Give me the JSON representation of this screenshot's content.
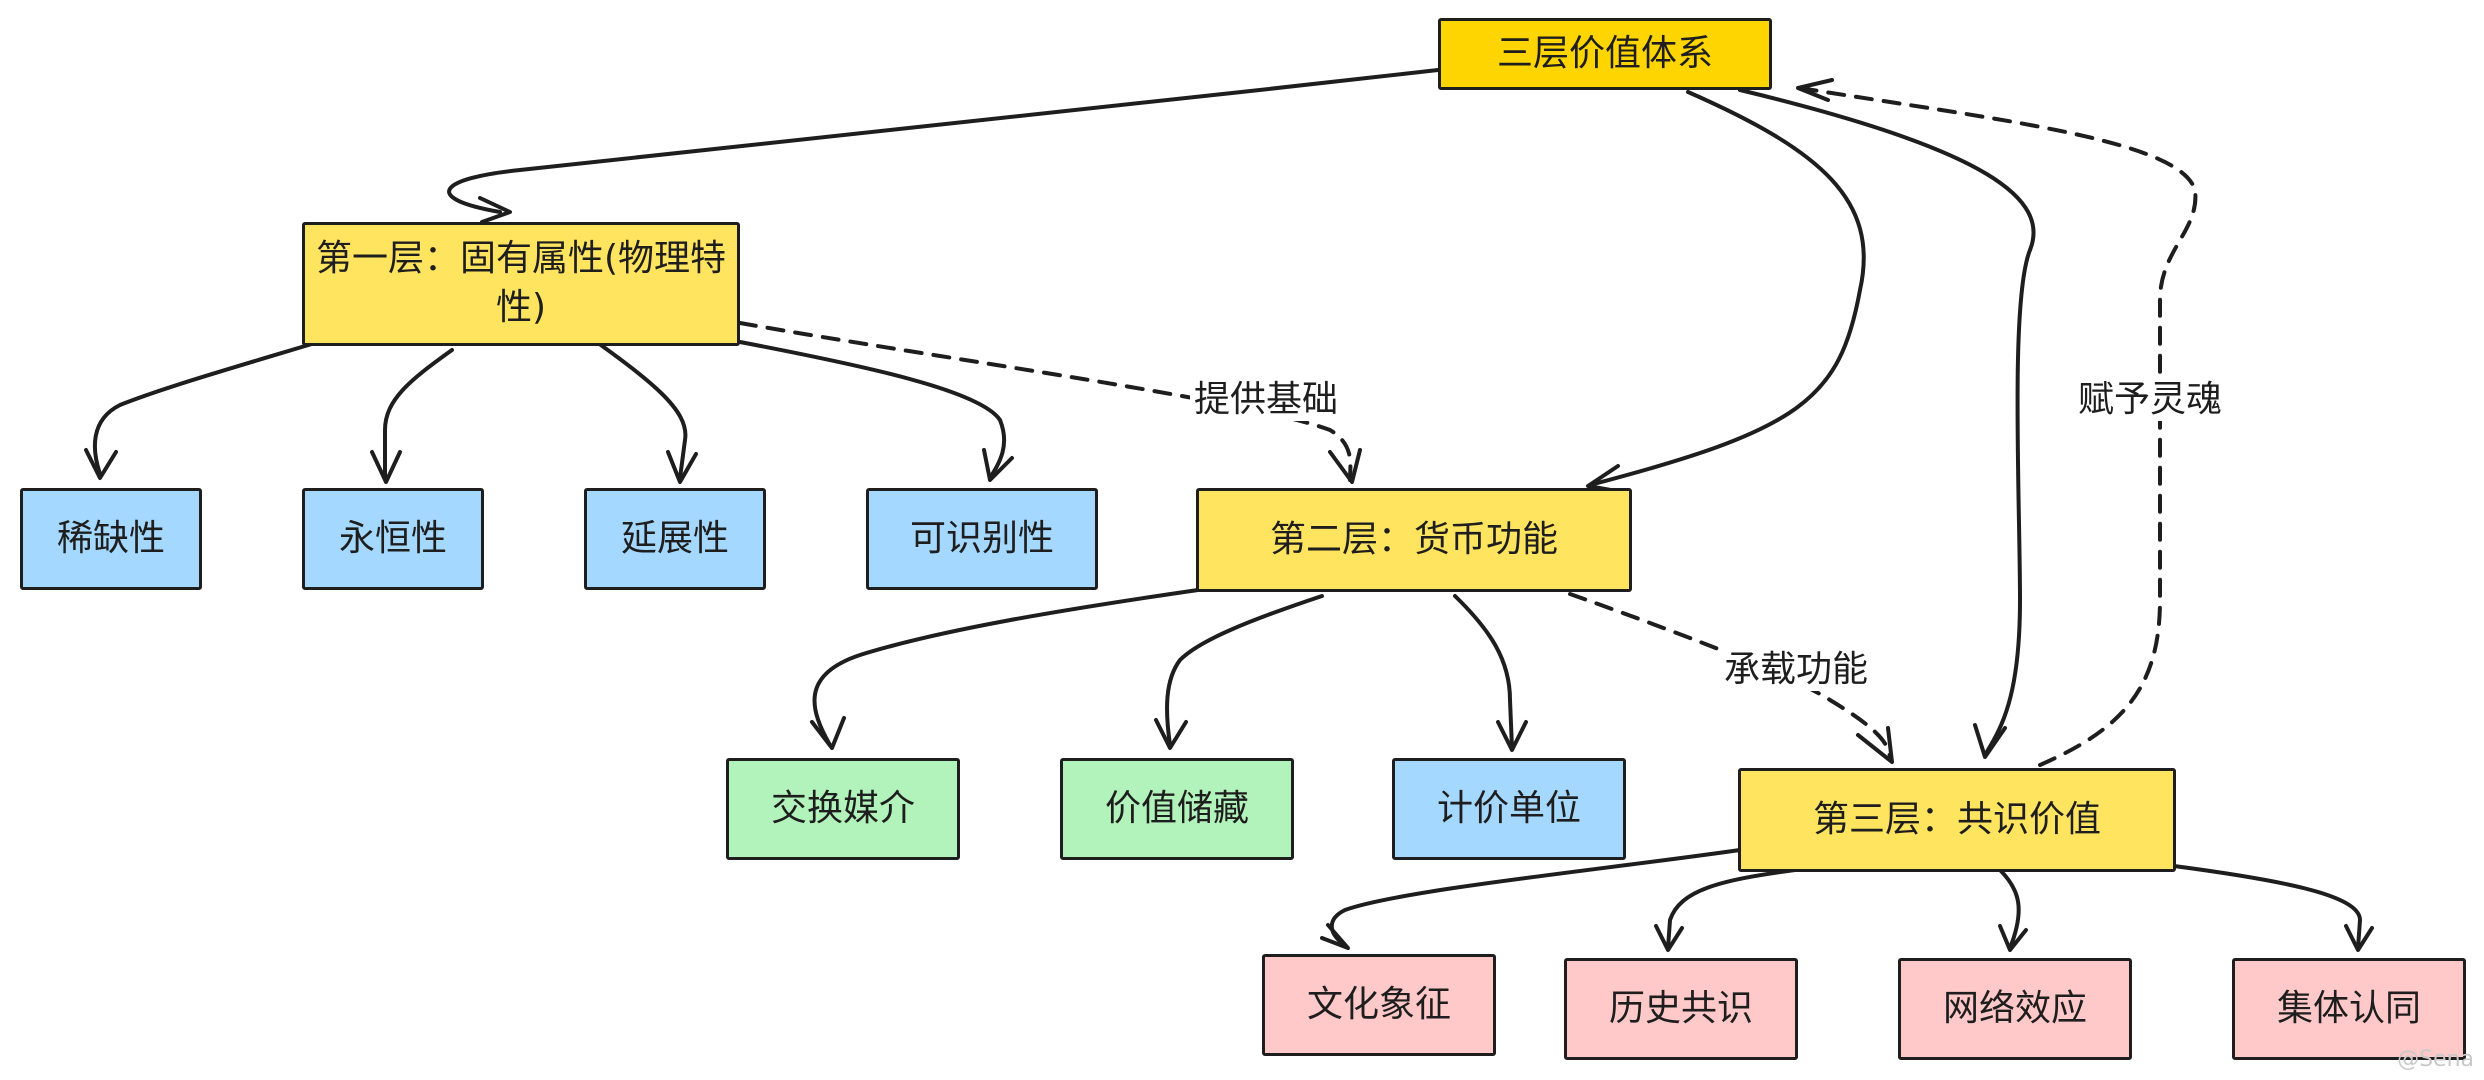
{
  "nodes": {
    "root": "三层价值体系",
    "layer1": "第一层：固有属性(物理特性)",
    "layer2": "第二层：货币功能",
    "layer3": "第三层：共识价值",
    "scarcity": "稀缺性",
    "permanence": "永恒性",
    "ductility": "延展性",
    "recognizability": "可识别性",
    "medium_of_exchange": "交换媒介",
    "store_of_value": "价值储藏",
    "unit_of_account": "计价单位",
    "cultural_symbol": "文化象征",
    "historical_consensus": "历史共识",
    "network_effect": "网络效应",
    "collective_identity": "集体认同"
  },
  "edge_labels": {
    "provides_foundation": "提供基础",
    "carries_function": "承载功能",
    "gives_soul": "赋予灵魂"
  },
  "colors": {
    "root": "#ffd500",
    "layer": "#ffe45f",
    "property": "#a5d8ff",
    "function_green": "#b2f2bb",
    "consensus": "#ffc9c9",
    "stroke": "#1e1e1e"
  },
  "watermark": "@Sena"
}
